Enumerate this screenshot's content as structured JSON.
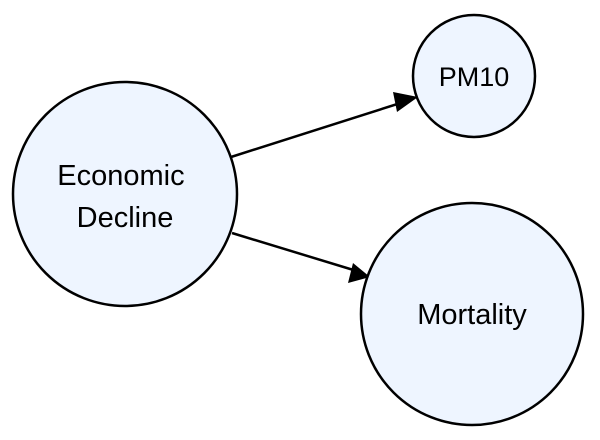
{
  "diagram": {
    "node_fill": "#eef5ff",
    "node_stroke": "#000000",
    "edge_color": "#000000",
    "nodes": [
      {
        "id": "economic-decline",
        "lines": [
          "Economic",
          "Decline"
        ]
      },
      {
        "id": "pm10",
        "lines": [
          "PM10"
        ]
      },
      {
        "id": "mortality",
        "lines": [
          "Mortality"
        ]
      }
    ],
    "edges": [
      {
        "from": "economic-decline",
        "to": "pm10"
      },
      {
        "from": "economic-decline",
        "to": "mortality"
      }
    ]
  }
}
